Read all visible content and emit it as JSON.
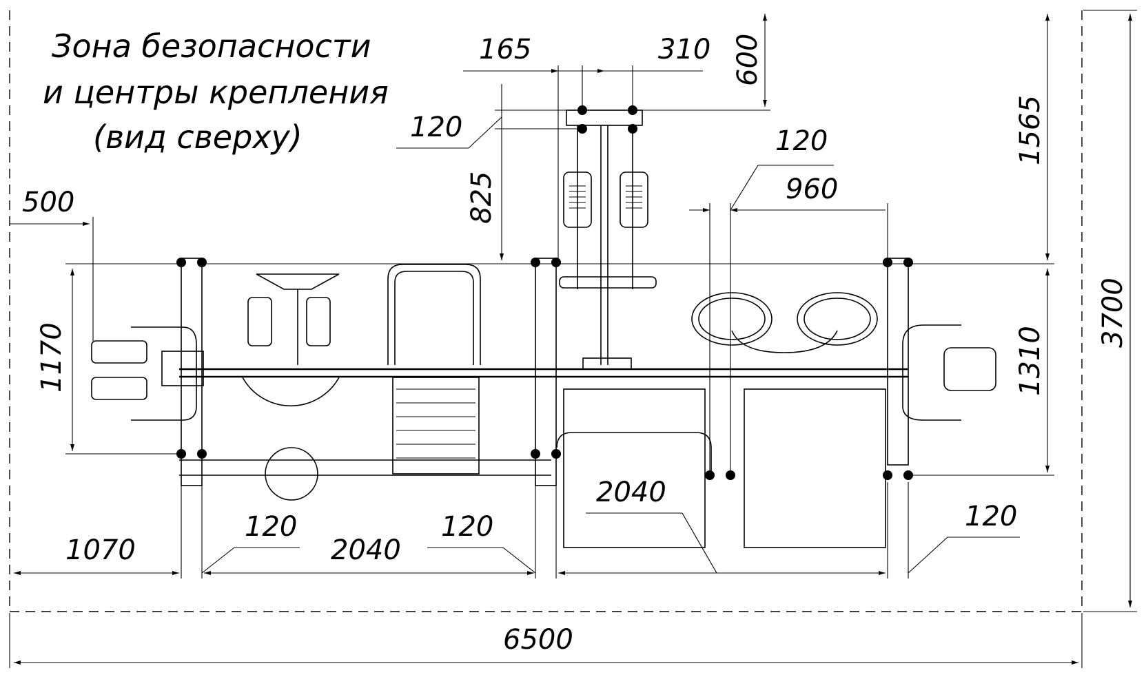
{
  "title": {
    "line1": "Зона безопасности",
    "line2": "и центры крепления",
    "line3": "(вид сверху)"
  },
  "dimensions": {
    "d500": "500",
    "d165": "165",
    "d310": "310",
    "d600": "600",
    "d120_top": "120",
    "d825": "825",
    "d1565": "1565",
    "d120_right": "120",
    "d960": "960",
    "d3700": "3700",
    "d1170": "1170",
    "d1310": "1310",
    "d2040_mid": "2040",
    "d1070": "1070",
    "d120_a": "120",
    "d2040_bottom": "2040",
    "d120_b": "120",
    "d120_c": "120",
    "d6500": "6500"
  }
}
